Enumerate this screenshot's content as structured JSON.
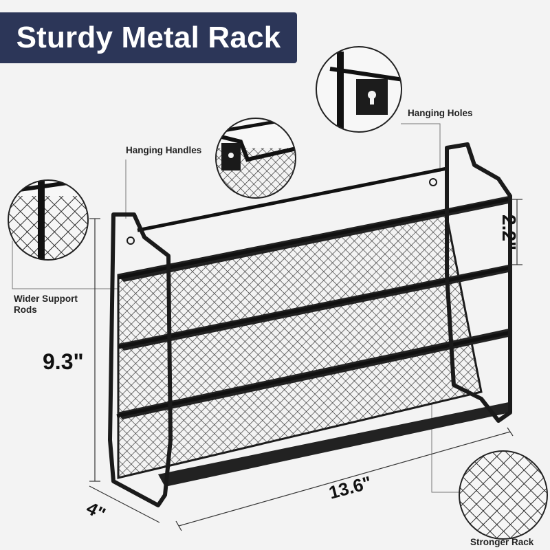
{
  "title": "Sturdy Metal Rack",
  "callouts": {
    "hanging_holes": "Hanging Holes",
    "hanging_handles": "Hanging Handles",
    "wider_support_line1": "Wider Support",
    "wider_support_line2": "Rods",
    "stronger_rack": "Stronger Rack"
  },
  "dimensions": {
    "height": "9.3\"",
    "shelf_gap": "2.2\"",
    "width": "13.6\"",
    "depth": "4\""
  },
  "colors": {
    "banner": "#2c3658",
    "background": "#f3f3f3",
    "metal": "#1c1c1c"
  }
}
